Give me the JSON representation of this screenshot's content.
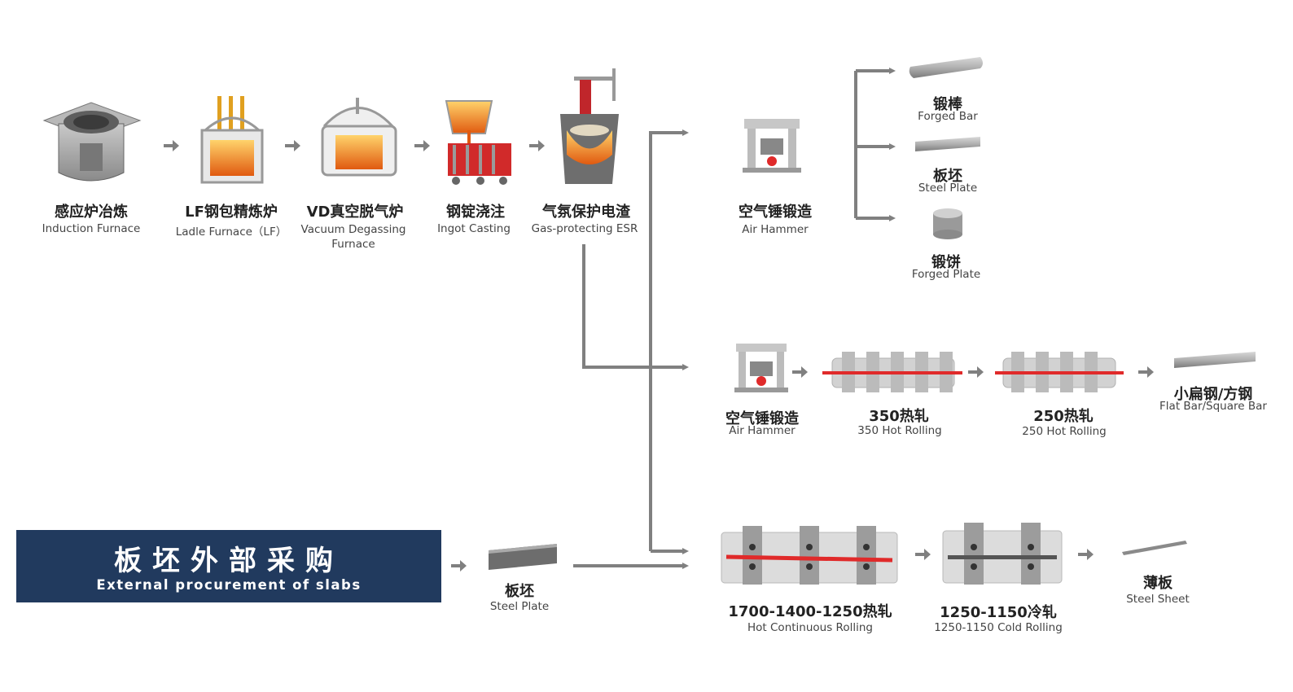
{
  "process": {
    "induction_furnace": {
      "cn": "感应炉冶炼",
      "en": "Induction Furnace"
    },
    "ladle_furnace": {
      "cn": "LF钢包精炼炉",
      "en": "Ladle Furnace（LF）"
    },
    "vd_furnace": {
      "cn": "VD真空脱气炉",
      "en": "Vacuum Degassing Furnace"
    },
    "ingot_casting": {
      "cn": "钢锭浇注",
      "en": "Ingot Casting"
    },
    "esr": {
      "cn": "气氛保护电渣",
      "en": "Gas-protecting ESR"
    }
  },
  "forging_branch": {
    "air_hammer": {
      "cn": "空气锤锻造",
      "en": "Air Hammer"
    },
    "forged_bar": {
      "cn": "锻棒",
      "en": "Forged Bar"
    },
    "steel_plate": {
      "cn": "板坯",
      "en": "Steel Plate"
    },
    "forged_plate": {
      "cn": "锻饼",
      "en": "Forged Plate"
    }
  },
  "rolling_branch": {
    "air_hammer": {
      "cn": "空气锤锻造",
      "en": "Air Hammer"
    },
    "hot_rolling_350": {
      "cn": "350热轧",
      "en": "350 Hot Rolling"
    },
    "hot_rolling_250": {
      "cn": "250热轧",
      "en": "250 Hot Rolling"
    },
    "flat_bar": {
      "cn": "小扁钢/方钢",
      "en": "Flat Bar/Square Bar"
    }
  },
  "plate_branch": {
    "slab": {
      "cn": "板坯",
      "en": "Steel Plate"
    },
    "hot_continuous": {
      "cn": "1700-1400-1250热轧",
      "en": "Hot Continuous Rolling"
    },
    "cold_rolling": {
      "cn": "1250-1150冷轧",
      "en": "1250-1150 Cold Rolling"
    },
    "steel_sheet": {
      "cn": "薄板",
      "en": "Steel Sheet"
    }
  },
  "banner": {
    "cn": "板坯外部采购",
    "en": "External procurement of slabs"
  },
  "colors": {
    "arrow": "#808080",
    "banner": "#213a5e",
    "molten": "#f08a1c",
    "red": "#e02a2a",
    "steel": "#9a9a9a"
  }
}
